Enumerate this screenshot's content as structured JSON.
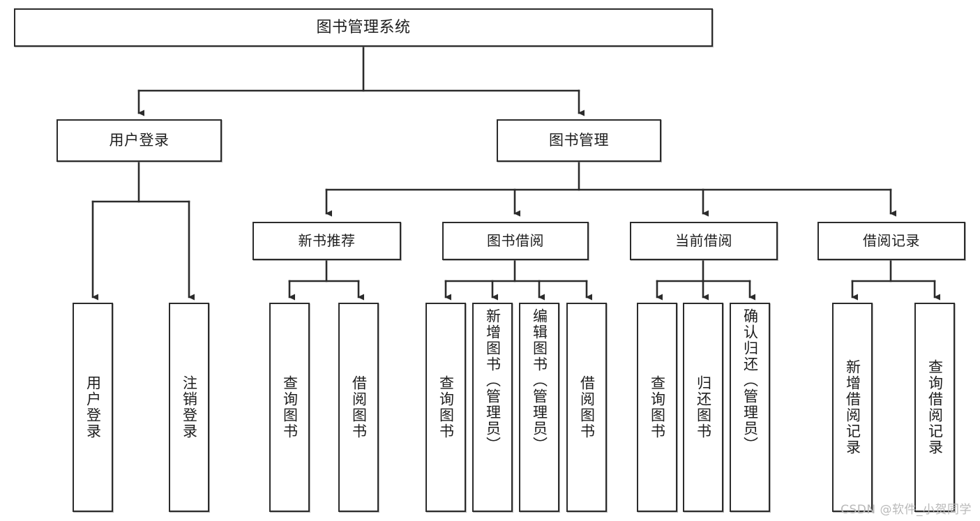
{
  "diagram": {
    "title": "图书管理系统",
    "type": "tree",
    "watermark": "CSDN @软件_小贺同学",
    "edge_color": "#2b2b2b",
    "box_border_color": "#2b2b2b",
    "box_fill_color": "#ffffff",
    "text_color": "#1d1d1d",
    "background_color": "#ffffff"
  },
  "nodes": {
    "root": {
      "label": "图书管理系统"
    },
    "level1": [
      {
        "id": "user-login",
        "label": "用户登录"
      },
      {
        "id": "book-management",
        "label": "图书管理"
      }
    ],
    "level2": [
      {
        "id": "new-book-recommend",
        "label": "新书推荐"
      },
      {
        "id": "book-borrow",
        "label": "图书借阅"
      },
      {
        "id": "current-borrow",
        "label": "当前借阅"
      },
      {
        "id": "borrow-record",
        "label": "借阅记录"
      }
    ],
    "leaves": {
      "user-login": [
        {
          "id": "leaf-user-login",
          "label": "用户登录"
        },
        {
          "id": "leaf-logout-login",
          "label": "注销登录"
        }
      ],
      "new-book-recommend": [
        {
          "id": "leaf-query-book-1",
          "label": "查询图书"
        },
        {
          "id": "leaf-borrow-book-1",
          "label": "借阅图书"
        }
      ],
      "book-borrow": [
        {
          "id": "leaf-query-book-2",
          "label": "查询图书"
        },
        {
          "id": "leaf-add-book-admin",
          "label": "新增图书（管理员）"
        },
        {
          "id": "leaf-edit-book-admin",
          "label": "编辑图书（管理员）"
        },
        {
          "id": "leaf-borrow-book-2",
          "label": "借阅图书"
        }
      ],
      "current-borrow": [
        {
          "id": "leaf-query-book-3",
          "label": "查询图书"
        },
        {
          "id": "leaf-return-book",
          "label": "归还图书"
        },
        {
          "id": "leaf-confirm-return-admin",
          "label": "确认归还（管理员）"
        }
      ],
      "borrow-record": [
        {
          "id": "leaf-add-borrow-record",
          "label": "新增借阅记录"
        },
        {
          "id": "leaf-query-borrow-record",
          "label": "查询借阅记录"
        }
      ]
    }
  }
}
